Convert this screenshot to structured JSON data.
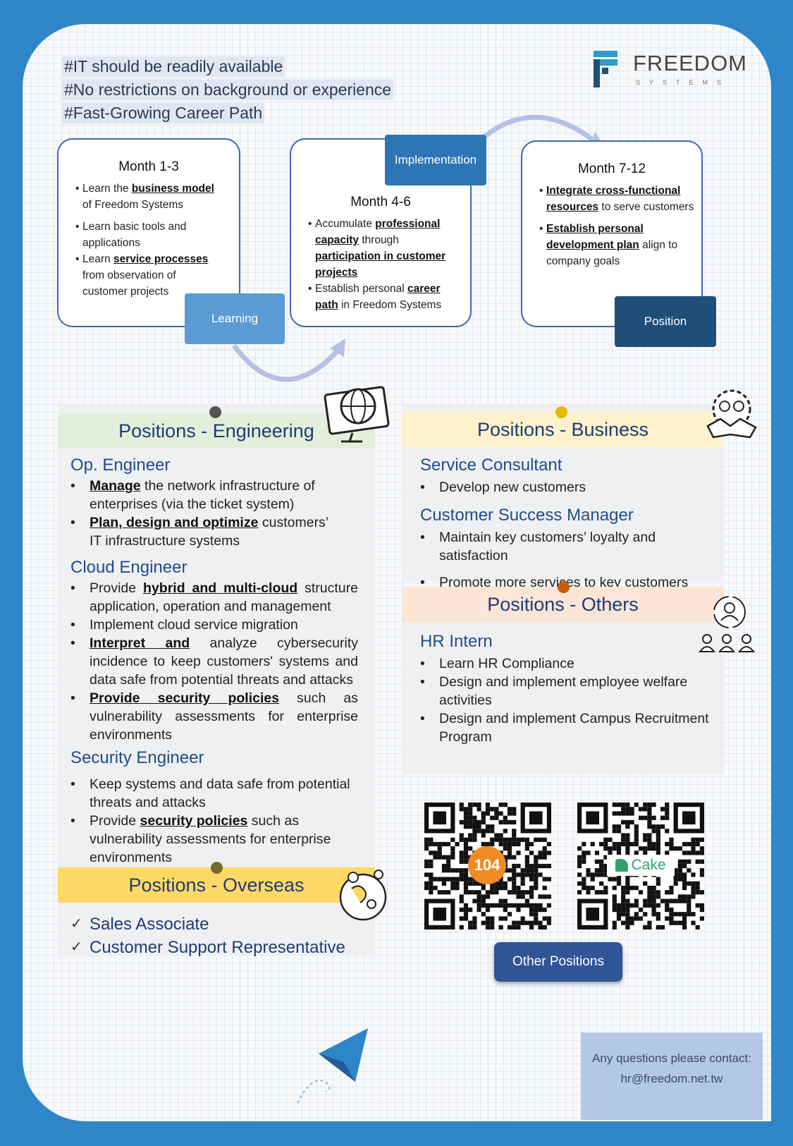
{
  "hashtags": [
    "#IT should be readily available",
    "#No restrictions on background or experience",
    "#Fast-Growing Career Path"
  ],
  "logo": {
    "word": "FREEDOM",
    "sub": "SYSTEMS"
  },
  "stages": {
    "learning": "Learning",
    "implementation": "Implementation",
    "position": "Position"
  },
  "months": [
    {
      "title": "Month 1-3",
      "items": [
        [
          "Learn the ",
          "business model",
          " of Freedom Systems"
        ],
        [
          "Learn basic tools and applications",
          "",
          ""
        ],
        [
          "Learn ",
          "service processes",
          " from observation of customer projects"
        ]
      ]
    },
    {
      "title": "Month 4-6",
      "items": [
        [
          "Accumulate ",
          "professional capacity",
          " through ",
          "participation in customer projects"
        ],
        [
          "Establish personal ",
          "career path",
          " in Freedom Systems"
        ]
      ]
    },
    {
      "title": "Month 7-12",
      "items": [
        [
          "",
          "Integrate cross-functional resources",
          " to serve customers"
        ],
        [
          "",
          "Establish personal development plan",
          " align to company goals"
        ]
      ]
    }
  ],
  "engineering": {
    "title": "Positions - Engineering",
    "op_title": "Op. Engineer",
    "op_items": [
      {
        "b": "Manage",
        "t": " the network infrastructure of enterprises (via the ticket system)"
      },
      {
        "b": "Plan, design and optimize",
        "t": " customers’ IT infrastructure systems"
      }
    ],
    "cloud_title": "Cloud Engineer",
    "cloud_items": [
      {
        "pre": "Provide ",
        "b": "hybrid and multi-cloud",
        "t": " structure application, operation and management"
      },
      {
        "pre": "",
        "b": "",
        "t": "Implement cloud service migration"
      },
      {
        "pre": "",
        "b": "Interpret and",
        "t": " analyze cybersecurity incidence to keep customers' systems and data safe from potential threats and attacks"
      },
      {
        "pre": "",
        "b": "Provide security policies",
        "t": " such as vulnerability assessments for enterprise environments"
      }
    ],
    "sec_title": "Security Engineer",
    "sec_items": [
      {
        "pre": "",
        "b": "",
        "t": "Keep systems and data safe from potential threats and attacks"
      },
      {
        "pre": "Provide ",
        "b": "security policies",
        "t": " such as vulnerability assessments for enterprise environments"
      }
    ]
  },
  "overseas": {
    "title": "Positions - Overseas",
    "items": [
      "Sales Associate",
      "Customer Support Representative"
    ]
  },
  "business": {
    "title": "Positions - Business",
    "sc_title": "Service Consultant",
    "sc_items": [
      "Develop new customers"
    ],
    "csm_title": "Customer Success Manager",
    "csm_items": [
      "Maintain key customers’ loyalty and satisfaction",
      "Promote more services to key customers"
    ]
  },
  "others": {
    "title": "Positions - Others",
    "hr_title": "HR Intern",
    "hr_items": [
      "Learn HR Compliance",
      "Design and implement employee welfare activities",
      "Design and implement Campus Recruitment Program"
    ]
  },
  "qr": {
    "left_badge": "104",
    "right_badge": "Cake"
  },
  "other_positions": "Other Positions",
  "contact": {
    "line1": "Any questions please contact:",
    "line2": "hr@freedom.net.tw"
  },
  "colors": {
    "frame": "#2e86c8",
    "engineering_head": "#e2efda",
    "business_head": "#fff2cc",
    "others_head": "#fbe5d6",
    "overseas_head": "#ffd966",
    "accent": "#1f3b78"
  }
}
